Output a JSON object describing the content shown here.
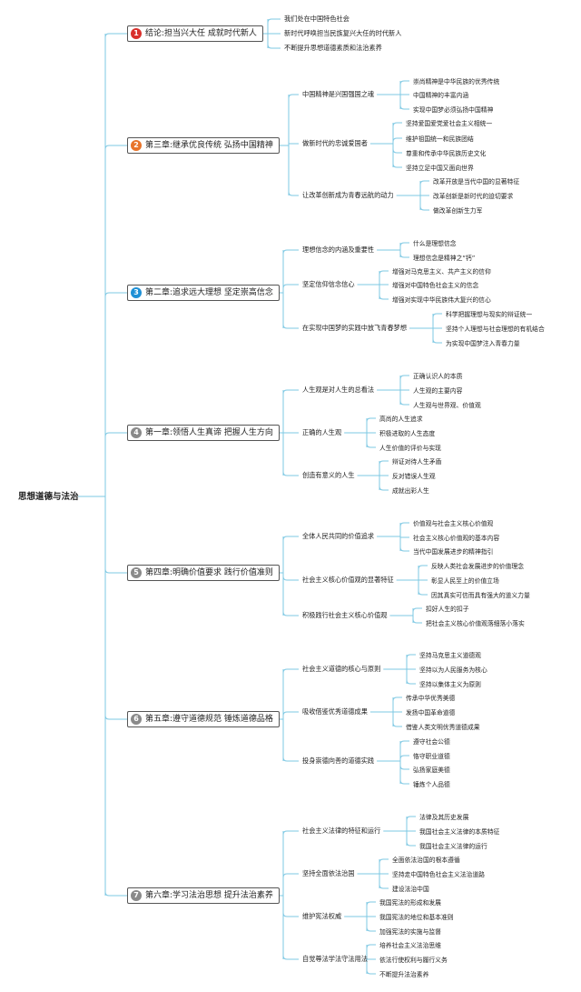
{
  "root": "思想道德与法治",
  "link_color": "#7ec8e3",
  "chapters": [
    {
      "badge": "1",
      "badge_color": "#d9302c",
      "title": "结论:担当兴大任 成就时代新人",
      "children": [
        {
          "label": "我们处在中国特色社会",
          "children": []
        },
        {
          "label": "新时代呼唤担当民族复兴大任的时代新人",
          "children": []
        },
        {
          "label": "不断提升思想道德素质和法治素养",
          "children": []
        }
      ]
    },
    {
      "badge": "2",
      "badge_color": "#e8742a",
      "title": "第三章:继承优良传统 弘扬中国精神",
      "children": [
        {
          "label": "中国精神是兴国强国之魂",
          "children": [
            "崇尚精神是中华民族的优秀传统",
            "中国精神的丰富内涵",
            "实现中国梦必须弘扬中国精神"
          ]
        },
        {
          "label": "做新时代的忠诚爱国者",
          "children": [
            "坚持爱国爱党爱社会主义相统一",
            "维护祖国统一和民族团结",
            "尊重和传承中华民族历史文化",
            "坚持立足中国又面向世界"
          ]
        },
        {
          "label": "让改革创新成为青春远航的动力",
          "children": [
            "改革开放是当代中国的显著特征",
            "改革创新是新时代的迫切要求",
            "做改革创新生力军"
          ]
        }
      ]
    },
    {
      "badge": "3",
      "badge_color": "#1e90d6",
      "title": "第二章:追求远大理想 坚定崇高信念",
      "children": [
        {
          "label": "理想信念的内涵及重要性",
          "children": [
            "什么是理想信念",
            "理想信念是精神之“钙”"
          ]
        },
        {
          "label": "坚定信仰信念信心",
          "children": [
            "增强对马克思主义、共产主义的信仰",
            "增强对中国特色社会主义的信念",
            "增强对实现中华民族伟大复兴的信心"
          ]
        },
        {
          "label": "在实现中国梦的实践中放飞青春梦想",
          "children": [
            "科学把握理想与现实的辩证统一",
            "坚持个人理想与社会理想的有机结合",
            "为实现中国梦注入青春力量"
          ]
        }
      ]
    },
    {
      "badge": "4",
      "badge_color": "#8a8a8a",
      "title": "第一章:领悟人生真谛 把握人生方向",
      "children": [
        {
          "label": "人生观是对人生的总看法",
          "children": [
            "正确认识人的本质",
            "人生观的主要内容",
            "人生观与世界观、价值观"
          ]
        },
        {
          "label": "正确的人生观",
          "children": [
            "高尚的人生追求",
            "积极进取的人生态度",
            "人生价值的评价与实现"
          ]
        },
        {
          "label": "创造有意义的人生",
          "children": [
            "辩证对待人生矛盾",
            "反对错误人生观",
            "成就出彩人生"
          ]
        }
      ]
    },
    {
      "badge": "5",
      "badge_color": "#8a8a8a",
      "title": "第四章:明确价值要求 践行价值准则",
      "children": [
        {
          "label": "全体人民共同的价值追求",
          "children": [
            "价值观与社会主义核心价值观",
            "社会主义核心价值观的基本内容",
            "当代中国发展进步的精神指引"
          ]
        },
        {
          "label": "社会主义核心价值观的显著特征",
          "children": [
            "反映人类社会发展进步的价值理念",
            "彰显人民至上的价值立场",
            "因其真实可信而具有强大的道义力量"
          ]
        },
        {
          "label": "积极践行社会主义核心价值观",
          "children": [
            "扣好人生的扣子",
            "把社会主义核心价值观落细落小落实"
          ]
        }
      ]
    },
    {
      "badge": "6",
      "badge_color": "#8a8a8a",
      "title": "第五章:遵守道德规范 锤炼道德品格",
      "children": [
        {
          "label": "社会主义道德的核心与原则",
          "children": [
            "坚持马克思主义道德观",
            "坚持以为人民服务为核心",
            "坚持以集体主义为原则"
          ]
        },
        {
          "label": "吸收借鉴优秀道德成果",
          "children": [
            "传承中华优秀美德",
            "发扬中国革命道德",
            "借鉴人类文明优秀道德成果"
          ]
        },
        {
          "label": "投身崇德向善的道德实践",
          "children": [
            "遵守社会公德",
            "恪守职业道德",
            "弘扬家庭美德",
            "锤炼个人品德"
          ]
        }
      ]
    },
    {
      "badge": "7",
      "badge_color": "#8a8a8a",
      "title": "第六章:学习法治思想 提升法治素养",
      "children": [
        {
          "label": "社会主义法律的特征和运行",
          "children": [
            "法律及其历史发展",
            "我国社会主义法律的本质特征",
            "我国社会主义法律的运行"
          ]
        },
        {
          "label": "坚持全面依法治国",
          "children": [
            "全面依法治国的根本遵循",
            "坚持走中国特色社会主义法治道路",
            "建设法治中国"
          ]
        },
        {
          "label": "维护宪法权威",
          "children": [
            "我国宪法的形成和发展",
            "我国宪法的地位和基本准则",
            "加强宪法的实施与监督"
          ]
        },
        {
          "label": "自觉尊法学法守法用法",
          "children": [
            "培养社会主义法治思维",
            "依法行使权利与履行义务",
            "不断提升法治素养"
          ]
        }
      ]
    }
  ]
}
